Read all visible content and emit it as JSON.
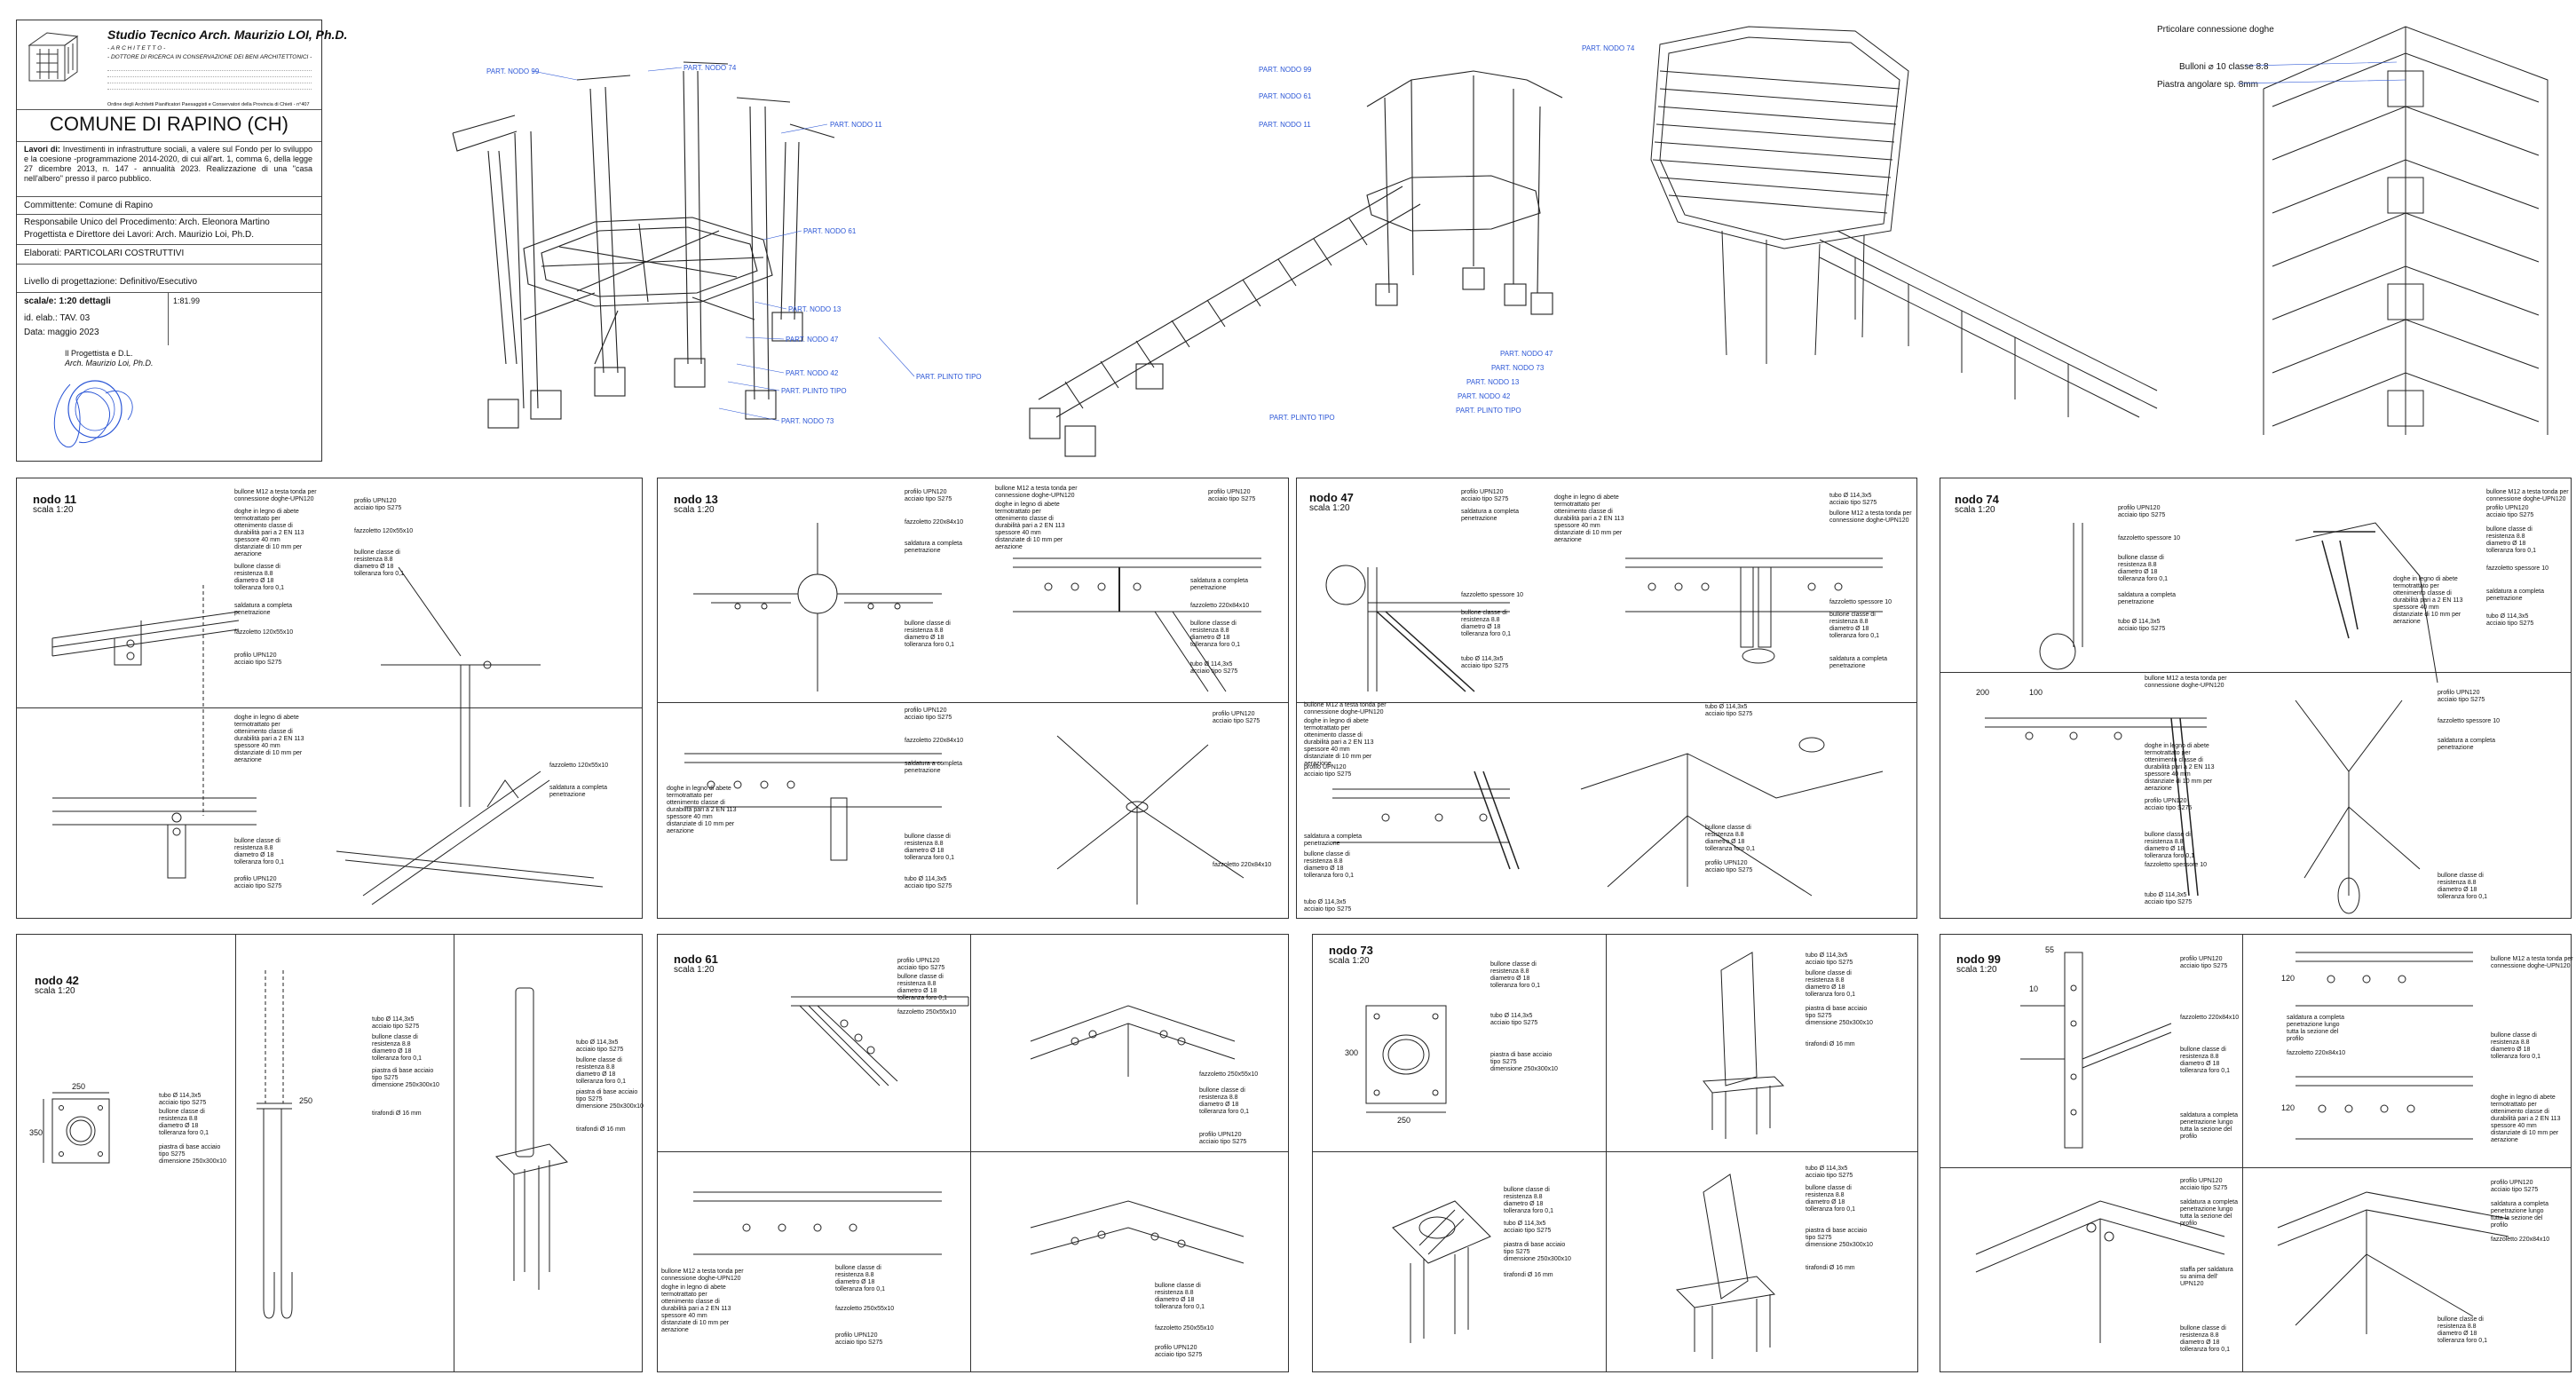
{
  "title_block": {
    "studio_name": "Studio Tecnico Arch. Maurizio LOI, Ph.D.",
    "studio_sub1": "- A R C H I T E T T O -",
    "studio_sub2": "- DOTTORE DI RICERCA IN CONSERVAZIONE DEI BENI ARCHITETTONICI -",
    "studio_sub3": "Ordine degli Architetti Pianificatori Paesaggisti e Conservatori della Provincia di Chieti - n°407",
    "comune": "COMUNE DI RAPINO (CH)",
    "lavori_label": "Lavori di:",
    "lavori_text": "Investimenti in infrastrutture sociali, a valere sul Fondo per lo sviluppo e la coesione -programmazione 2014-2020, di cui all'art. 1, comma 6, della legge 27 dicembre 2013, n. 147 - annualità 2023. Realizzazione di una \"casa nell'albero\" presso il parco pubblico.",
    "committente": "Committente: Comune di Rapino",
    "rup": "Responsabile Unico del Procedimento: Arch. Eleonora Martino",
    "progettista": "Progettista e Direttore dei Lavori: Arch. Maurizio Loi, Ph.D.",
    "elaborati": "Elaborati: PARTICOLARI COSTRUTTIVI",
    "livello": "Livello di progettazione: Definitivo/Esecutivo",
    "scala": "scala/e: 1:20 dettagli",
    "id_elab": "id. elab.: TAV. 03",
    "data": "Data: maggio 2023",
    "firma_label": "Il Progettista e D.L.",
    "firma_name": "Arch. Maurizio Loi, Ph.D.",
    "code": "1:81.99"
  },
  "perspective1": {
    "labels": [
      "PART. NODO 99",
      "PART. NODO 74",
      "PART. NODO 11",
      "PART. NODO 61",
      "PART. NODO 13",
      "PART. NODO 47",
      "PART. NODO 42",
      "PART. PLINTO TIPO",
      "PART. NODO 73",
      "PART. PLINTO TIPO"
    ]
  },
  "perspective2": {
    "labels": [
      "PART. NODO 99",
      "PART. NODO 61",
      "PART. NODO 11",
      "PART. NODO 74",
      "PART. NODO 47",
      "PART. NODO 73",
      "PART. NODO 13",
      "PART. NODO 42",
      "PART. PLINTO TIPO",
      "PART. PLINTO TIPO"
    ]
  },
  "perspective4": {
    "title": "Prticolare connessione doghe",
    "labels": [
      "Bulloni ⌀ 10 classe 8.8",
      "Piastra angolare sp. 8mm"
    ]
  },
  "nodes": [
    {
      "id": "nodo11",
      "title": "nodo 11",
      "scale": "scala 1:20"
    },
    {
      "id": "nodo13",
      "title": "nodo 13",
      "scale": "scala 1:20"
    },
    {
      "id": "nodo47",
      "title": "nodo 47",
      "scale": "scala 1:20"
    },
    {
      "id": "nodo74",
      "title": "nodo 74",
      "scale": "scala 1:20"
    },
    {
      "id": "nodo42",
      "title": "nodo 42",
      "scale": "scala 1:20"
    },
    {
      "id": "nodo61",
      "title": "nodo 61",
      "scale": "scala 1:20"
    },
    {
      "id": "nodo73",
      "title": "nodo 73",
      "scale": "scala 1:20"
    },
    {
      "id": "nodo99",
      "title": "nodo 99",
      "scale": "scala 1:20"
    }
  ],
  "annotations": {
    "bullone_m12": "bullone M12 a testa tonda per\nconnessione doghe-UPN120",
    "doghe_legno": "doghe in legno di abete\ntermotrattato per\nottenimento classe di\ndurabilità pari a 2 EN 113\nspessore 40 mm\ndistanziate di 10 mm per\naerazione",
    "bullone_classe": "bullone classe di\nresistenza 8.8\ndiametro Ø 18\ntolleranza foro 0,1",
    "saldatura": "saldatura a completa\npenetrazione",
    "fazzoletto_120": "fazzoletto 120x55x10",
    "fazzoletto_220": "fazzoletto 220x84x10",
    "fazzoletto_250": "fazzoletto 250x55x10",
    "fazzoletto_sp": "fazzoletto spessore 10",
    "profilo_upn": "profilo UPN120\nacciaio tipo S275",
    "tubo": "tubo Ø 114,3x5\nacciaio tipo S275",
    "piastra": "piastra di base acciaio\ntipo S275\ndimensione 250x300x10",
    "tirafondi": "tirafondi Ø 16 mm",
    "saldatura_lungo": "saldatura a completa\npenetrazione lungo\ntutta la sezione del\nprofilo",
    "staffa": "staffa per saldatura\nsu anima dell'\nUPN120"
  },
  "dims": {
    "d250": "250",
    "d300": "300",
    "d350": "350",
    "d200": "200",
    "d100": "100",
    "d120": "120",
    "d55": "55",
    "d10": "10"
  }
}
